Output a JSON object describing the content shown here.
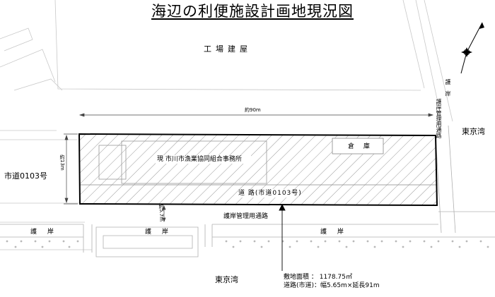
{
  "map": {
    "title": "海辺の利便施設計画地現況図",
    "labels": {
      "factory": "工場建屋",
      "tokyo_bay_right": "東京湾",
      "tokyo_bay_bottom": "東京湾",
      "city_road": "市道0103号",
      "current_office": "現 市川市漁業協同組合事務所",
      "road_inside": "道 路(市道0103号)",
      "warehouse": "倉 庫",
      "revetment_mgmt_road": "護岸管理用通路",
      "revetment_mgmt_road_vertical": "護岸管理用通路",
      "revetment_vertical": "護 岸",
      "revetment": [
        "護 岸",
        "護 岸",
        "護 岸"
      ]
    },
    "dimensions": {
      "length": "約90m",
      "width": "約13m",
      "setback": "約5.7m"
    },
    "info": {
      "site_area": "敷地面積 ： 1178.75㎡",
      "road_spec": "道路(市道)：幅5.65m×延長91m"
    },
    "north_arrow_icon": "north-arrow-icon"
  }
}
